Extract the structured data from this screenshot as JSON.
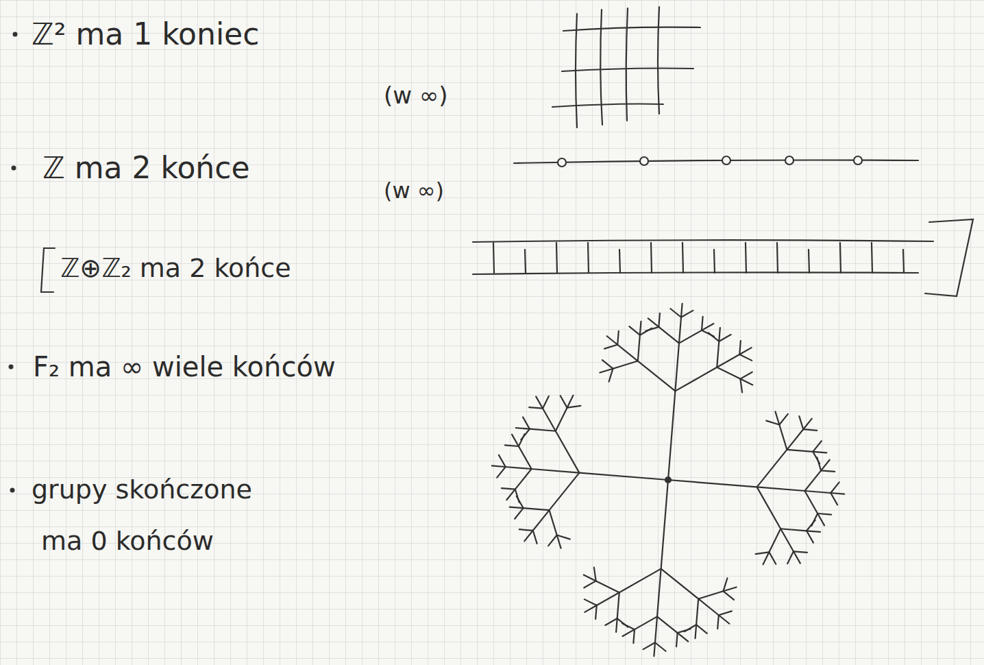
{
  "diagram": {
    "labels": [
      "ℤ² ma 1 koniec",
      "(w ∞)",
      "ℤ ma 2 końce",
      "(w ∞)",
      "ℤ⊕ℤ₂ ma 2 końce",
      "F₂ ma ∞ wiele końców",
      "grupy skończone",
      "ma 0 końców"
    ]
  }
}
